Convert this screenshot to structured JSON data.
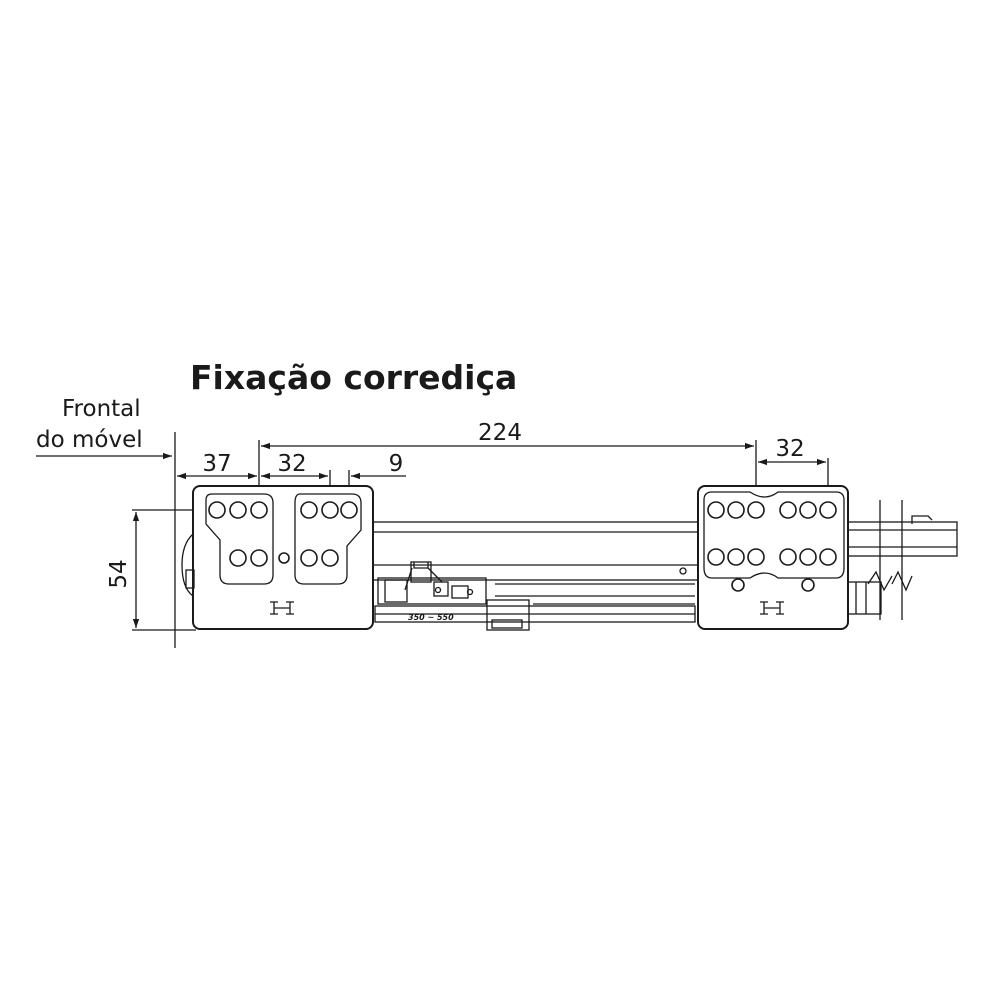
{
  "title": "Fixação corrediça",
  "reference_label": {
    "line1": "Frontal",
    "line2": "do móvel"
  },
  "dimensions": {
    "d37": "37",
    "d32_left": "32",
    "d9": "9",
    "d224": "224",
    "d32_right": "32",
    "d54": "54"
  },
  "slide_range_label": "350 ~ 550",
  "colors": {
    "line": "#1a1a1a",
    "background": "#ffffff"
  }
}
